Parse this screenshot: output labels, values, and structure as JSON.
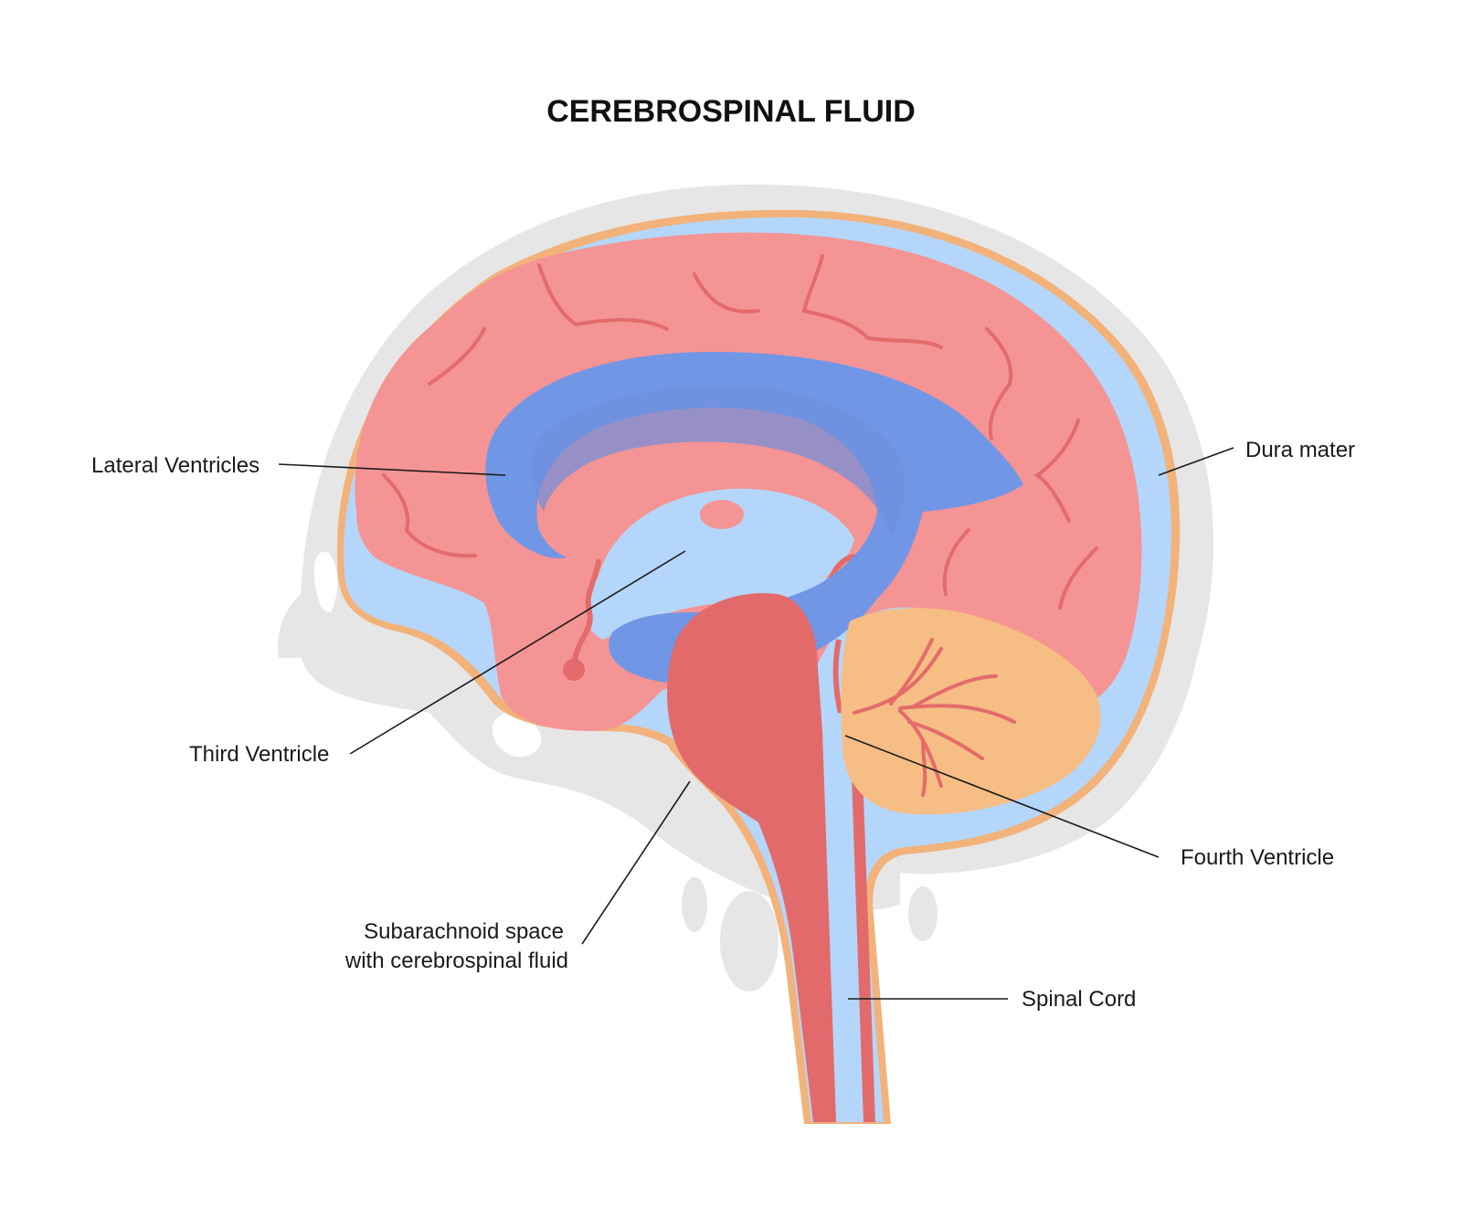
{
  "title": "CEREBROSPINAL FLUID",
  "labels": {
    "lateral_ventricles": "Lateral Ventricles",
    "dura_mater": "Dura mater",
    "third_ventricle": "Third Ventricle",
    "fourth_ventricle": "Fourth Ventricle",
    "subarachnoid_line1": "Subarachnoid space",
    "subarachnoid_line2": "with cerebrospinal fluid",
    "spinal_cord": "Spinal Cord"
  },
  "colors": {
    "background": "#ffffff",
    "skull": "#e6e6e6",
    "dura_mater": "#f2b27a",
    "csf": "#b5d6fb",
    "brain": "#f59494",
    "gyri_lines": "#e46b6b",
    "ventricles": "#7196e6",
    "brainstem": "#e36a6a",
    "cerebellum": "#f6bd85",
    "text": "#1a1a1a"
  }
}
